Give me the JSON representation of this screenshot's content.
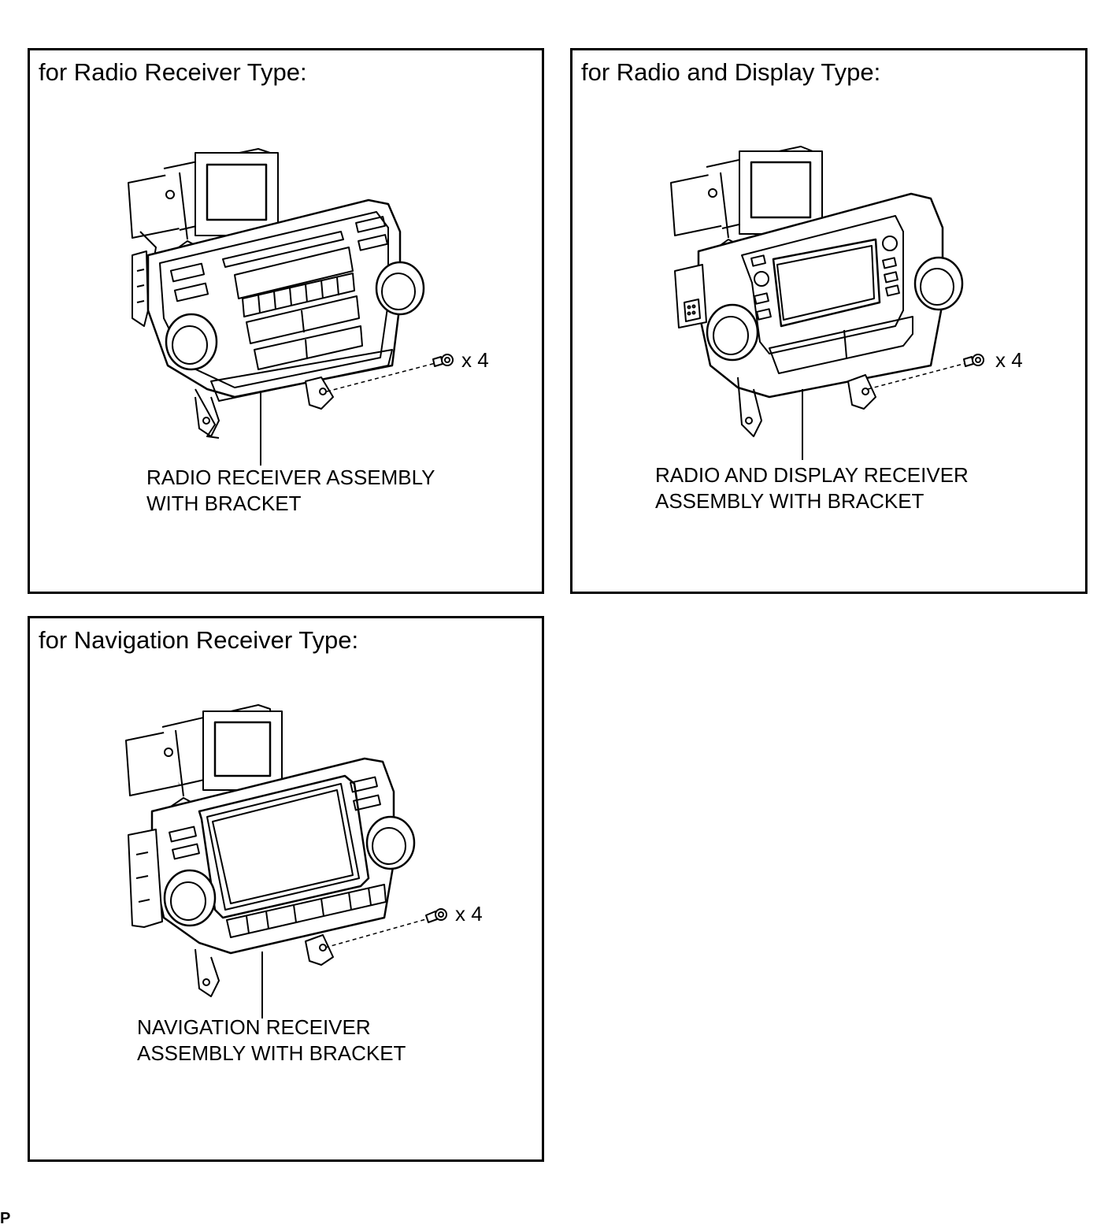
{
  "panels": {
    "radio": {
      "title": "for Radio Receiver Type:",
      "label_line1": "RADIO RECEIVER ASSEMBLY",
      "label_line2": "WITH BRACKET",
      "quantity": "x 4"
    },
    "display": {
      "title": "for Radio and Display Type:",
      "label_line1": "RADIO AND DISPLAY RECEIVER",
      "label_line2": "ASSEMBLY WITH BRACKET",
      "quantity": "x 4"
    },
    "navigation": {
      "title": "for Navigation Receiver Type:",
      "label_line1": "NAVIGATION RECEIVER",
      "label_line2": "ASSEMBLY WITH BRACKET",
      "quantity": "x 4"
    }
  },
  "corner_mark": "P"
}
